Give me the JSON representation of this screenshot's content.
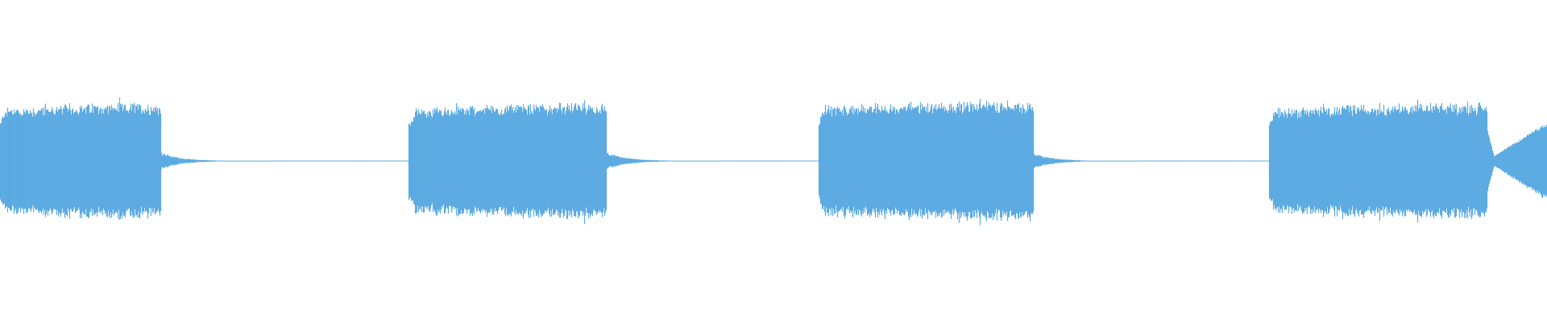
{
  "waveform": {
    "color": "#5dabe2",
    "background": "#ffffff",
    "duration_fraction_total": 1.0,
    "segments": [
      {
        "kind": "burst",
        "start": 0.0,
        "end": 0.104,
        "peak": 0.34,
        "rise": 0.003,
        "swell": 0.08
      },
      {
        "kind": "decay",
        "start": 0.104,
        "end": 0.175,
        "peak": 0.045
      },
      {
        "kind": "silence",
        "start": 0.175,
        "end": 0.264
      },
      {
        "kind": "burst",
        "start": 0.264,
        "end": 0.392,
        "peak": 0.34,
        "rise": 0.004,
        "swell": 0.09
      },
      {
        "kind": "decay",
        "start": 0.392,
        "end": 0.465,
        "peak": 0.045
      },
      {
        "kind": "silence",
        "start": 0.465,
        "end": 0.528
      },
      {
        "kind": "burst",
        "start": 0.529,
        "end": 0.668,
        "peak": 0.35,
        "rise": 0.004,
        "swell": 0.08
      },
      {
        "kind": "decay",
        "start": 0.668,
        "end": 0.735,
        "peak": 0.045
      },
      {
        "kind": "silence",
        "start": 0.735,
        "end": 0.82
      },
      {
        "kind": "burst",
        "start": 0.82,
        "end": 0.961,
        "peak": 0.34,
        "rise": 0.004,
        "swell": 0.09
      },
      {
        "kind": "swell_tail",
        "start": 0.961,
        "end": 1.0,
        "min": 0.03,
        "peak": 0.24
      }
    ]
  }
}
